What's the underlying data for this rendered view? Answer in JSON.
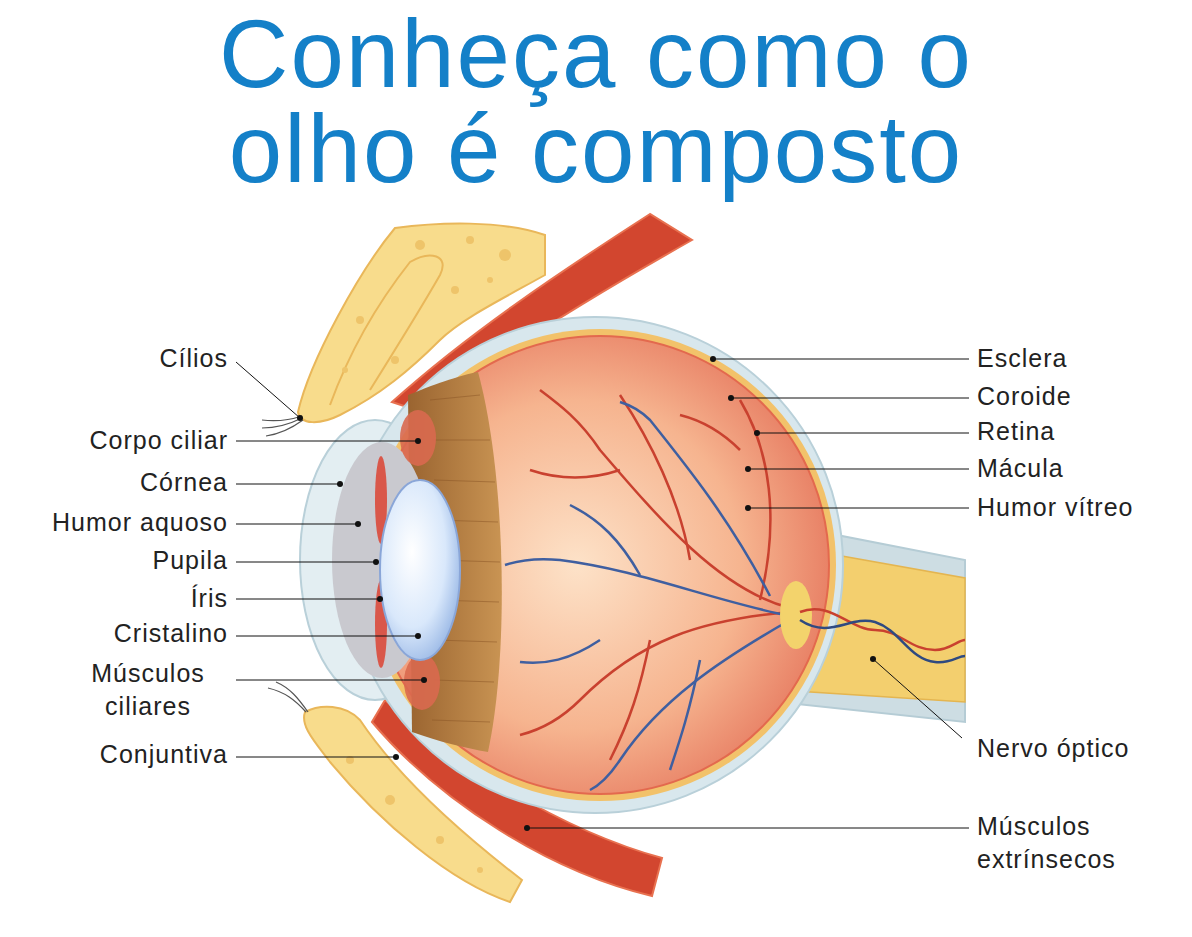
{
  "diagram": {
    "title": "Conheça como o olho é composto",
    "labels": [
      "Cílios",
      "Corpo ciliar",
      "Córnea",
      "Humor aquoso",
      "Pupila",
      "Íris",
      "Cristalino",
      "Músculos ciliares",
      "Conjuntiva",
      "Esclera",
      "Coroide",
      "Retina",
      "Mácula",
      "Humor vítreo",
      "Nervo óptico",
      "Músculos extrínsecos"
    ]
  }
}
